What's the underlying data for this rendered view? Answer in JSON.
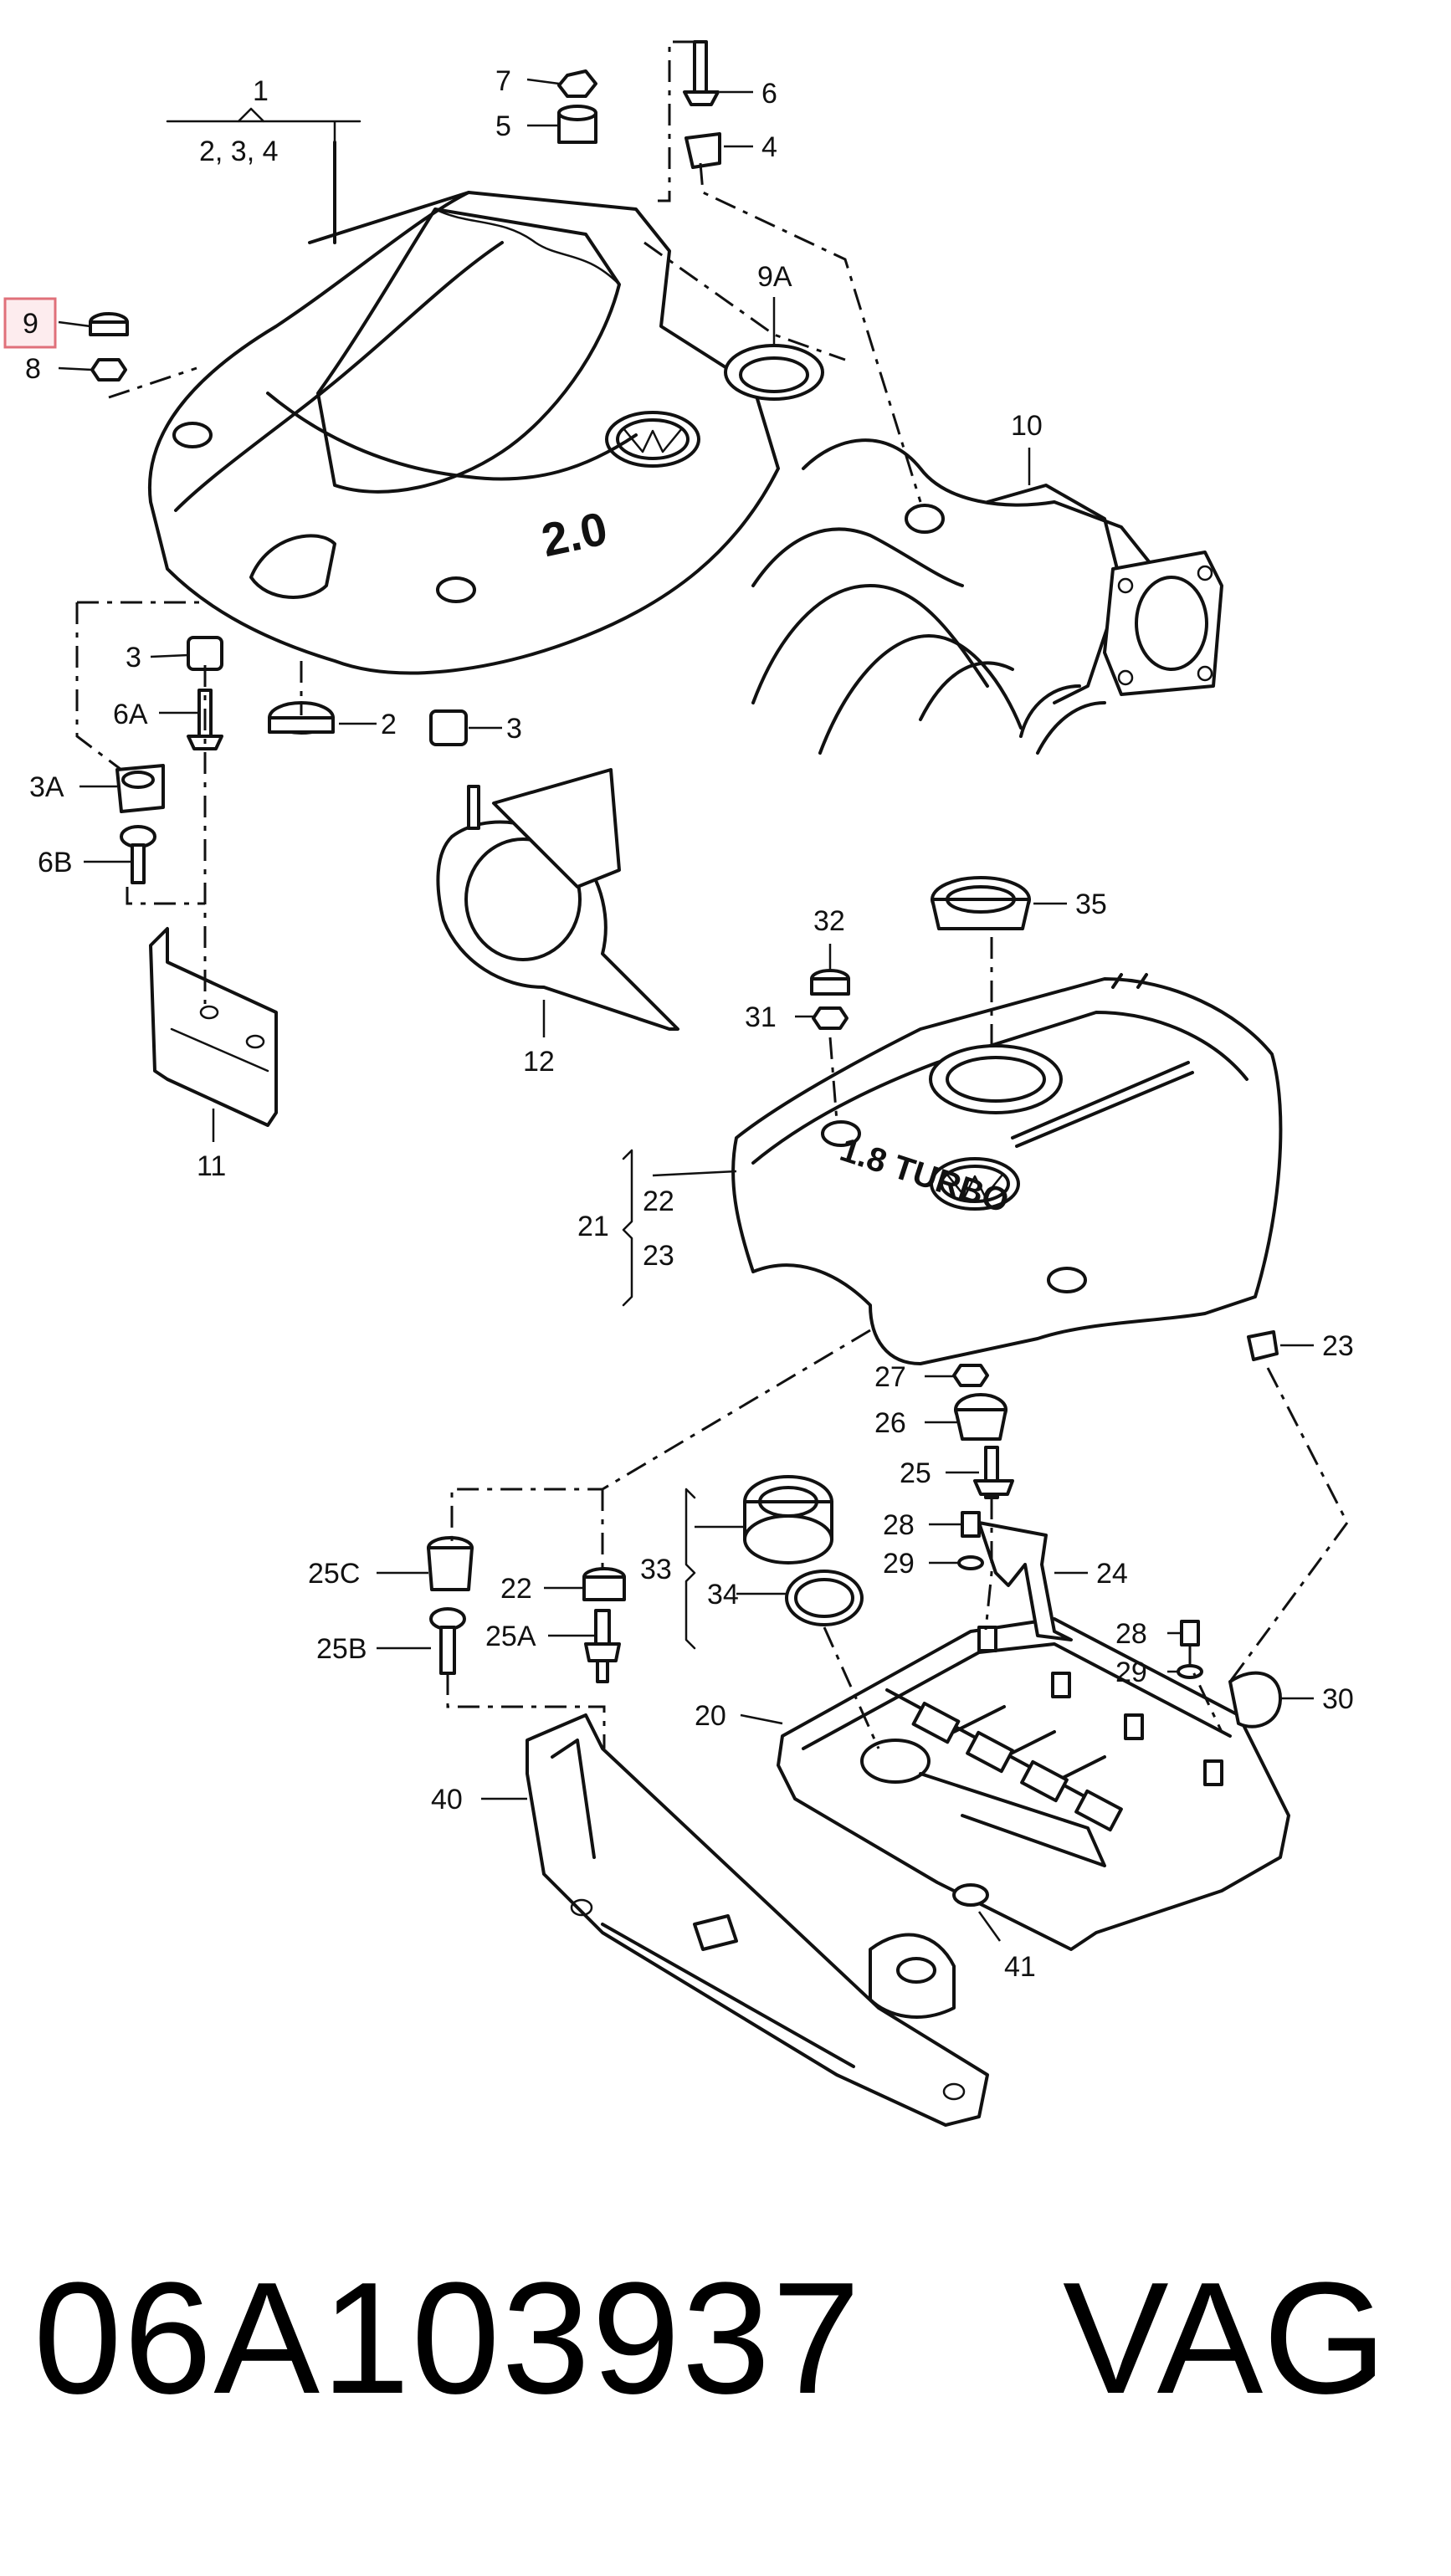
{
  "callouts": {
    "c1": "1",
    "c1_sub": "2, 3, 4",
    "c2": "2",
    "c3a": "3",
    "c3b": "3",
    "c3A": "3A",
    "c4": "4",
    "c5": "5",
    "c6": "6",
    "c6A": "6A",
    "c6B": "6B",
    "c7": "7",
    "c8": "8",
    "c9": "9",
    "c9A": "9A",
    "c10": "10",
    "c11": "11",
    "c12": "12",
    "c20": "20",
    "c21": "21",
    "c22a": "22",
    "c22b": "22",
    "c23a": "23",
    "c23b": "23",
    "c24": "24",
    "c25": "25",
    "c25A": "25A",
    "c25B": "25B",
    "c25C": "25C",
    "c26": "26",
    "c27": "27",
    "c28a": "28",
    "c28b": "28",
    "c29a": "29",
    "c29b": "29",
    "c30": "30",
    "c31": "31",
    "c32": "32",
    "c33": "33",
    "c34": "34",
    "c35": "35",
    "c40": "40",
    "c41": "41"
  },
  "cover_top": {
    "badge": "2.0"
  },
  "cover_bottom": {
    "badge": "1.8 TURBO"
  },
  "footer": {
    "part_number": "06A103937",
    "brand": "VAG"
  },
  "highlight": {
    "callout": "9",
    "color": "#e0707a"
  }
}
